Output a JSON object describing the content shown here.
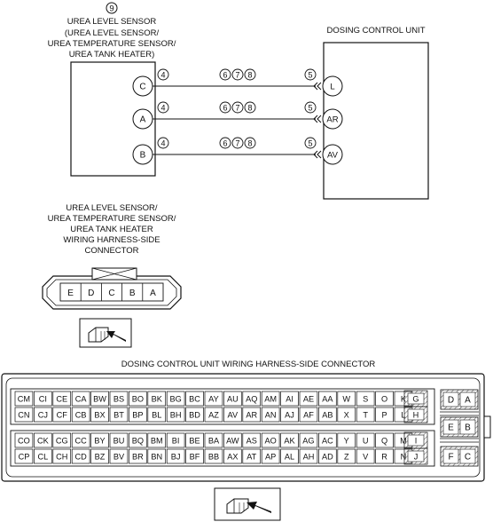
{
  "sensor": {
    "ref": "9",
    "title_lines": [
      "UREA LEVEL SENSOR",
      "(UREA LEVEL SENSOR/",
      "UREA TEMPERATURE SENSOR/",
      "UREA TANK HEATER)"
    ]
  },
  "dcu": {
    "title": "DOSING CONTROL UNIT"
  },
  "wires": [
    {
      "from": "C",
      "to": "L",
      "left_ref": "4",
      "right_ref": "5",
      "mid_refs": [
        "6",
        "7",
        "8"
      ]
    },
    {
      "from": "A",
      "to": "AR",
      "left_ref": "4",
      "right_ref": "5",
      "mid_refs": [
        "6",
        "7",
        "8"
      ]
    },
    {
      "from": "B",
      "to": "AV",
      "left_ref": "4",
      "right_ref": "5",
      "mid_refs": [
        "6",
        "7",
        "8"
      ]
    }
  ],
  "sensor_connector": {
    "title_lines": [
      "UREA LEVEL SENSOR/",
      "UREA TEMPERATURE SENSOR/",
      "UREA TANK HEATER",
      "WIRING HARNESS-SIDE",
      "CONNECTOR"
    ],
    "pins": [
      "E",
      "D",
      "C",
      "B",
      "A"
    ]
  },
  "dcu_connector": {
    "title": "DOSING CONTROL UNIT WIRING HARNESS-SIDE CONNECTOR",
    "rows": [
      [
        "CM",
        "CI",
        "CE",
        "CA",
        "BW",
        "BS",
        "BO",
        "BK",
        "BG",
        "BC",
        "AY",
        "AU",
        "AQ",
        "AM",
        "AI",
        "AE",
        "AA",
        "W",
        "S",
        "O",
        "K"
      ],
      [
        "CN",
        "CJ",
        "CF",
        "CB",
        "BX",
        "BT",
        "BP",
        "BL",
        "BH",
        "BD",
        "AZ",
        "AV",
        "AR",
        "AN",
        "AJ",
        "AF",
        "AB",
        "X",
        "T",
        "P",
        "L"
      ],
      [
        "CO",
        "CK",
        "CG",
        "CC",
        "BY",
        "BU",
        "BQ",
        "BM",
        "BI",
        "BE",
        "BA",
        "AW",
        "AS",
        "AO",
        "AK",
        "AG",
        "AC",
        "Y",
        "U",
        "Q",
        "M"
      ],
      [
        "CP",
        "CL",
        "CH",
        "CD",
        "BZ",
        "BV",
        "BR",
        "BN",
        "BJ",
        "BF",
        "BB",
        "AX",
        "AT",
        "AP",
        "AL",
        "AH",
        "AD",
        "Z",
        "V",
        "R",
        "N"
      ]
    ],
    "side_pins": [
      "G",
      "H",
      "I",
      "J"
    ],
    "right_pins": [
      [
        "D",
        "A"
      ],
      [
        "E",
        "B"
      ],
      [
        "F",
        "C"
      ]
    ]
  }
}
